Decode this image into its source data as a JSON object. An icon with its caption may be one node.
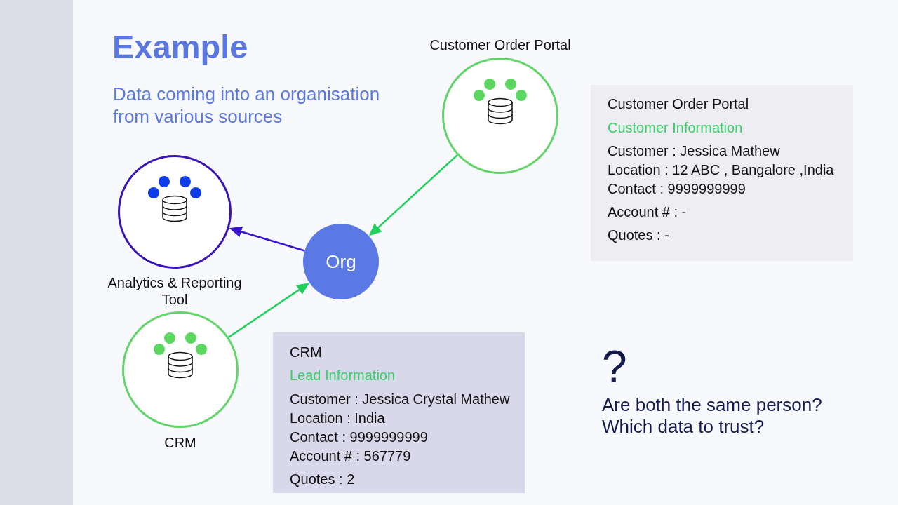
{
  "diagram": {
    "title": "Example",
    "nodes": [
      {
        "text": [
          "Customer Order Portal"
        ]
      },
      {
        "text": [
          "Analytics & Reporting Tool"
        ]
      },
      {
        "text": [
          "Org"
        ]
      },
      {
        "text": [
          "CRM"
        ]
      },
      {
        "text": [
          "Customer Order Portal",
          "Customer Information",
          "Customer : Jessica Mathew",
          "Location : 12 ABC , Bangalore ,India",
          "Contact : 9999999999",
          "Account # : -",
          "Quotes : -"
        ]
      },
      {
        "text": [
          "CRM",
          "Lead Information",
          "Customer : Jessica Crystal Mathew",
          "Location : India",
          "Contact : 9999999999",
          "Account # : 567779",
          "Quotes : 2"
        ]
      }
    ],
    "edges": [
      {
        "from": 0,
        "to": 2,
        "arrow": "to"
      },
      {
        "from": 2,
        "to": 1,
        "arrow": "to",
        "color": "#3b14d0"
      },
      {
        "from": 3,
        "to": 2,
        "arrow": "to"
      }
    ],
    "labels": [
      "Data coming into an organisation from various sources",
      "?",
      "Are both the same person?",
      "Which data to trust?"
    ]
  }
}
